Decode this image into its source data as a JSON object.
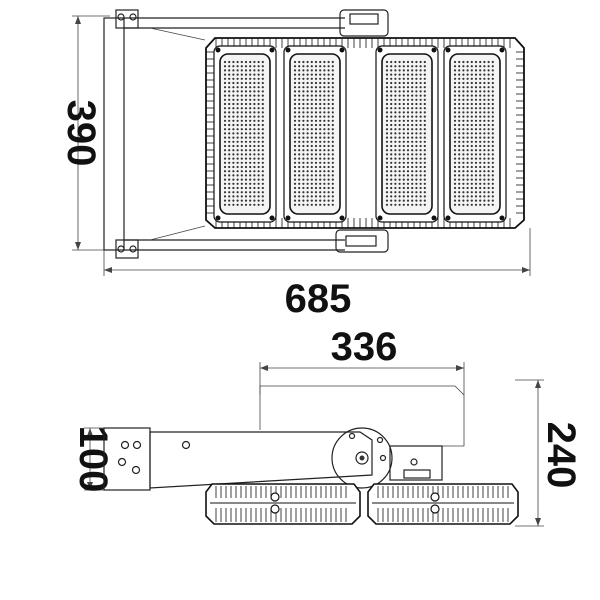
{
  "dimensions": {
    "top_height": "390",
    "top_width": "685",
    "side_depth": "336",
    "side_bracket": "100",
    "side_height": "240"
  },
  "colors": {
    "line": "#111111",
    "panel_fill": "#f4f4f4",
    "led_dot": "#333333"
  }
}
